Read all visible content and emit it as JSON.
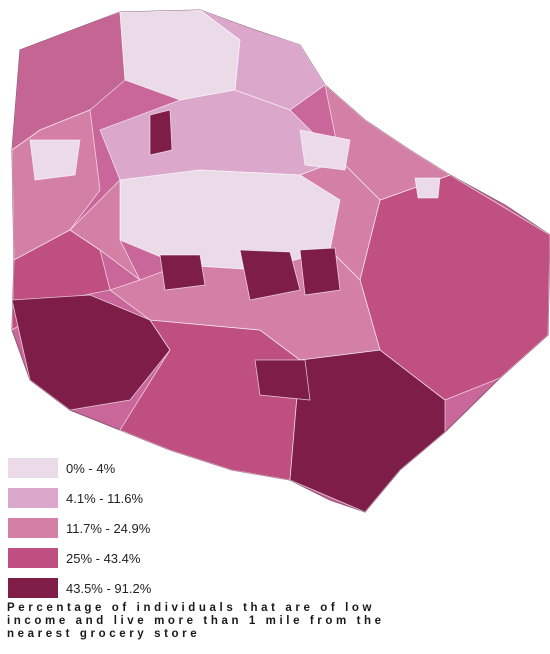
{
  "legend": {
    "items": [
      {
        "label": "0% - 4%",
        "color": "#ebdbe8"
      },
      {
        "label": "4.1% - 11.6%",
        "color": "#dba8cc"
      },
      {
        "label": "11.7% - 24.9%",
        "color": "#d47fa6"
      },
      {
        "label": "25% - 43.4%",
        "color": "#bf4f80"
      },
      {
        "label": "43.5% - 91.2%",
        "color": "#7e1e48"
      }
    ]
  },
  "caption": {
    "line1": "Percentage of individuals that are of low",
    "line2": "income and live more than 1 mile from the",
    "line3": "nearest grocery store"
  }
}
